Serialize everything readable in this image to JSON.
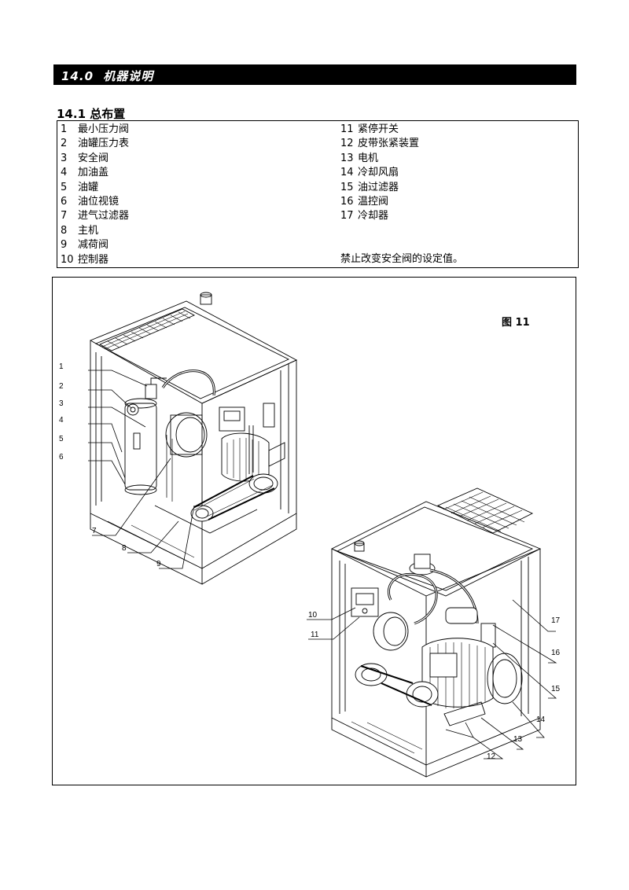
{
  "section": {
    "number": "14.0",
    "title": "机器说明"
  },
  "subsection": {
    "number": "14.1",
    "title": "总布置"
  },
  "parts_left": [
    {
      "num": "1",
      "name": "最小压力阀"
    },
    {
      "num": "2",
      "name": "油罐压力表"
    },
    {
      "num": "3",
      "name": "安全阀"
    },
    {
      "num": "4",
      "name": "加油盖"
    },
    {
      "num": "5",
      "name": "油罐"
    },
    {
      "num": "6",
      "name": "油位视镜"
    },
    {
      "num": "7",
      "name": "进气过滤器"
    },
    {
      "num": "8",
      "name": "主机"
    },
    {
      "num": "9",
      "name": "减荷阀"
    },
    {
      "num": "10",
      "name": "控制器"
    }
  ],
  "parts_right": [
    {
      "num": "11",
      "name": "紧停开关"
    },
    {
      "num": "12",
      "name": "皮带张紧装置"
    },
    {
      "num": "13",
      "name": "电机"
    },
    {
      "num": "14",
      "name": "冷却风扇"
    },
    {
      "num": "15",
      "name": "油过滤器"
    },
    {
      "num": "16",
      "name": "温控阀"
    },
    {
      "num": "17",
      "name": "冷却器"
    }
  ],
  "note": "禁止改变安全阀的设定值。",
  "figure_label": "图 11",
  "callouts_left": [
    "1",
    "2",
    "3",
    "4",
    "5",
    "6",
    "7",
    "8",
    "9"
  ],
  "callouts_right": [
    "10",
    "11",
    "12",
    "13",
    "14",
    "15",
    "16",
    "17"
  ]
}
